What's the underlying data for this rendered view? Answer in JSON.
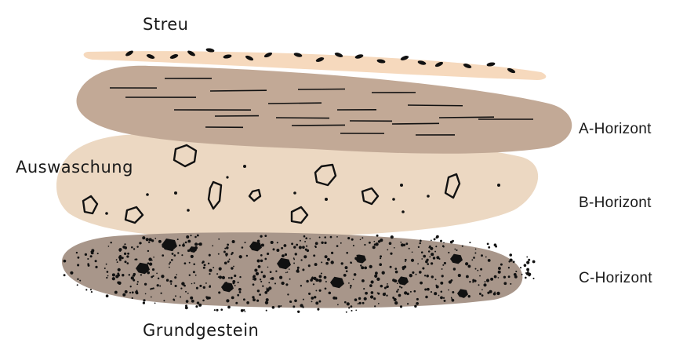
{
  "labels": {
    "streu": "Streu",
    "auswaschung": "Auswaschung",
    "grundgestein": "Grundgestein",
    "a_horizont": "A-Horizont",
    "b_horizont": "B-Horizont",
    "c_horizont": "C-Horizont"
  },
  "colors": {
    "streu_layer": "#f6d9bd",
    "a_layer": "#c2a996",
    "b_layer": "#ecd8c2",
    "c_layer": "#a8968a",
    "ink": "#111111"
  }
}
